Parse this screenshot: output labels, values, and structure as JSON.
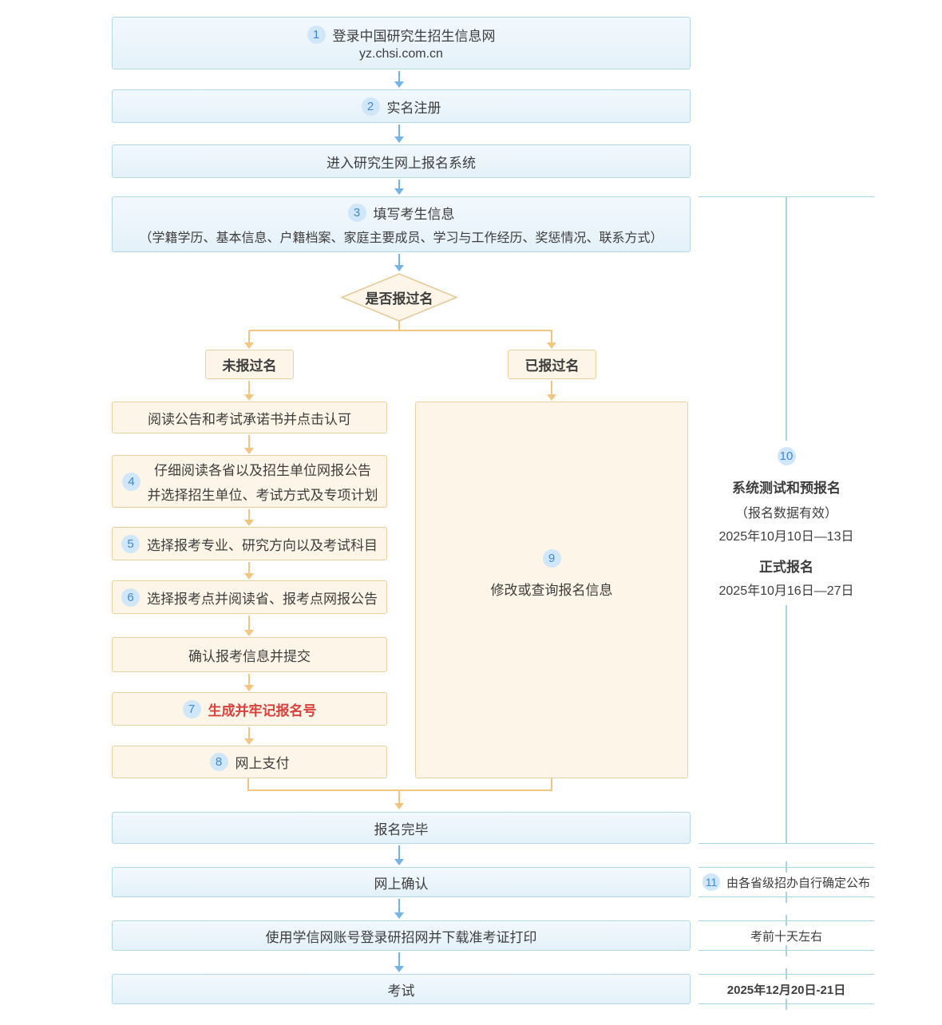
{
  "colors": {
    "blue_box_bg": "#eaf4fb",
    "blue_box_border": "#b4d7eb",
    "orange_box_bg": "#fdf6e8",
    "orange_box_border": "#e9cfa2",
    "blue_arrow": "#74b4e8",
    "orange_arrow": "#f4c57f",
    "badge_bg": "#cfe7f9",
    "badge_text": "#4287cf",
    "body_text": "#3d3d3d",
    "red_text": "#d8413c",
    "timeline_line": "#abd3e6"
  },
  "flow": {
    "step1": {
      "num": "1",
      "title": "登录中国研究生招生信息网",
      "url": "yz.chsi.com.cn"
    },
    "step2": {
      "num": "2",
      "label": "实名注册"
    },
    "enter": {
      "label": "进入研究生网上报名系统"
    },
    "step3": {
      "num": "3",
      "label": "填写考生信息",
      "detail": "（学籍学历、基本信息、户籍档案、家庭主要成员、学习与工作经历、奖惩情况、联系方式）"
    },
    "decision": {
      "label": "是否报过名"
    },
    "branch_no": {
      "label": "未报过名"
    },
    "branch_yes": {
      "label": "已报过名"
    },
    "read_notice": {
      "label": "阅读公告和考试承诺书并点击认可"
    },
    "step4": {
      "num": "4",
      "line1": "仔细阅读各省以及招生单位网报公告",
      "line2": "并选择招生单位、考试方式及专项计划"
    },
    "step5": {
      "num": "5",
      "label": "选择报考专业、研究方向以及考试科目"
    },
    "step6": {
      "num": "6",
      "label": "选择报考点并阅读省、报考点网报公告"
    },
    "confirm_submit": {
      "label": "确认报考信息并提交"
    },
    "step7": {
      "num": "7",
      "label": "生成并牢记报名号"
    },
    "step8": {
      "num": "8",
      "label": "网上支付"
    },
    "step9": {
      "num": "9",
      "label": "修改或查询报名信息"
    },
    "finish": {
      "label": "报名完毕"
    },
    "online_confirm": {
      "label": "网上确认"
    },
    "download_print": {
      "label": "使用学信网账号登录研招网并下载准考证打印"
    },
    "exam": {
      "label": "考试"
    }
  },
  "timeline": {
    "step10": {
      "num": "10",
      "phase1_title": "系统测试和预报名",
      "phase1_note": "（报名数据有效）",
      "phase1_date": "2025年10月10日—13日",
      "phase2_title": "正式报名",
      "phase2_date": "2025年10月16日—27日"
    },
    "step11": {
      "num": "11",
      "label": "由各省级招办自行确定公布"
    },
    "confirm_time": {
      "label": "考前十天左右"
    },
    "exam_date": {
      "label": "2025年12月20日-21日"
    }
  }
}
